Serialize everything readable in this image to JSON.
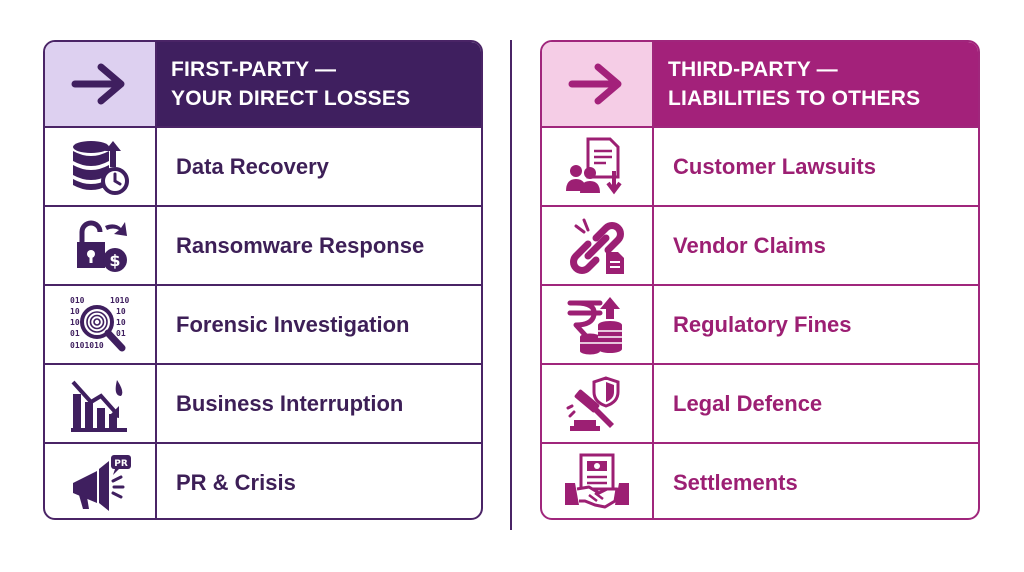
{
  "colors": {
    "first_party_dark": "#3f1f5f",
    "first_party_light": "#ddd0f0",
    "third_party_dark": "#a3217a",
    "third_party_light": "#f5cde6"
  },
  "first_party": {
    "header_line1": "FIRST-PARTY —",
    "header_line2": "YOUR DIRECT LOSSES",
    "header_icon": "arrow-right-icon",
    "items": [
      {
        "label": "Data Recovery",
        "icon": "database-clock-icon"
      },
      {
        "label": "Ransomware Response",
        "icon": "lock-money-icon"
      },
      {
        "label": "Forensic Investigation",
        "icon": "fingerprint-magnifier-icon"
      },
      {
        "label": "Business Interruption",
        "icon": "declining-chart-icon"
      },
      {
        "label": "PR & Crisis",
        "icon": "megaphone-icon",
        "badge": "PR"
      }
    ]
  },
  "third_party": {
    "header_line1": "THIRD-PARTY —",
    "header_line2": "LIABILITIES TO OTHERS",
    "header_icon": "arrow-right-icon",
    "items": [
      {
        "label": "Customer Lawsuits",
        "icon": "people-document-icon"
      },
      {
        "label": "Vendor Claims",
        "icon": "chain-link-document-icon"
      },
      {
        "label": "Regulatory Fines",
        "icon": "rupee-coins-icon"
      },
      {
        "label": "Legal Defence",
        "icon": "gavel-shield-icon"
      },
      {
        "label": "Settlements",
        "icon": "handshake-document-icon"
      }
    ]
  }
}
